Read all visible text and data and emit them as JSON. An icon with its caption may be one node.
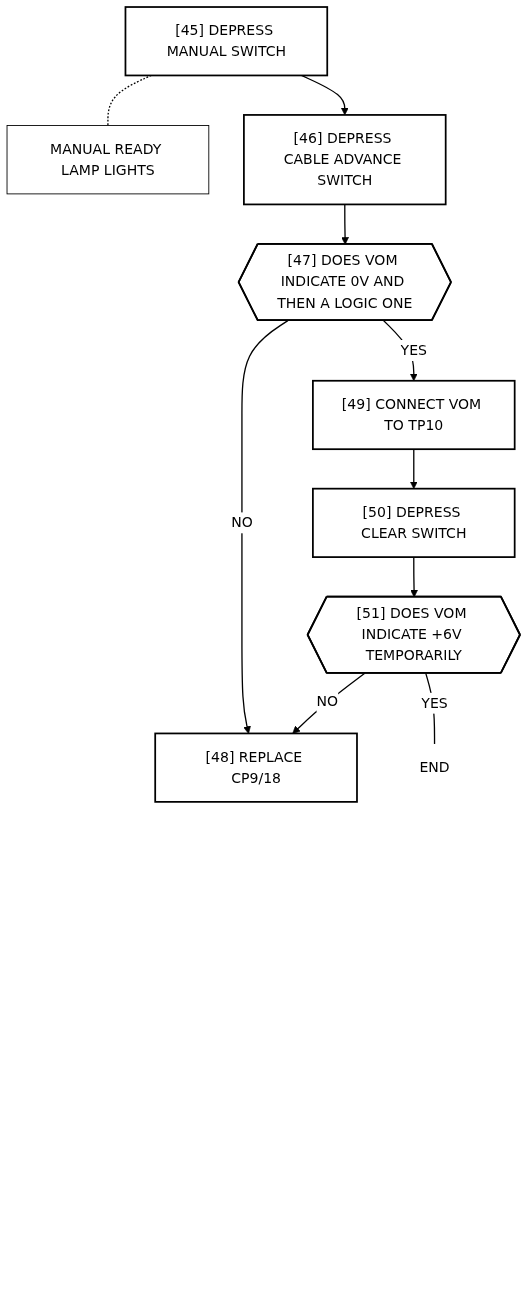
{
  "diagram": {
    "nodes": [
      {
        "text": [
          "[45] DEPRESS MANUAL SWITCH"
        ]
      },
      {
        "text": [
          "MANUAL READY LAMP LIGHTS"
        ]
      },
      {
        "text": [
          "[46] DEPRESS CABLE ADVANCE SWITCH"
        ]
      },
      {
        "text": [
          "[47] DOES VOM INDICATE 0V AND THEN A LOGIC ONE"
        ]
      },
      {
        "text": [
          "[48] REPLACE CP9/18"
        ]
      },
      {
        "text": [
          "[49] CONNECT VOM TO TP10"
        ]
      },
      {
        "text": [
          "[50] DEPRESS CLEAR SWITCH"
        ]
      },
      {
        "text": [
          "[51] DOES VOM INDICATE +6V TEMPORARILY"
        ]
      },
      {
        "text": [
          "END"
        ]
      }
    ],
    "edges": [
      {
        "from": 0,
        "to": 2,
        "arrow": "to"
      },
      {
        "from": 0,
        "to": 1,
        "arrow": "none",
        "style": "dashed"
      },
      {
        "from": 2,
        "to": 3,
        "arrow": "to"
      },
      {
        "from": 3,
        "to": 4,
        "arrow": "to",
        "label": "NO"
      },
      {
        "from": 3,
        "to": 5,
        "arrow": "to",
        "label": "YES"
      },
      {
        "from": 5,
        "to": 6,
        "arrow": "to"
      },
      {
        "from": 6,
        "to": 7,
        "arrow": "to"
      },
      {
        "from": 7,
        "to": 4,
        "arrow": "to",
        "label": "NO"
      },
      {
        "from": 7,
        "to": 8,
        "arrow": "none",
        "label": "YES"
      }
    ]
  }
}
